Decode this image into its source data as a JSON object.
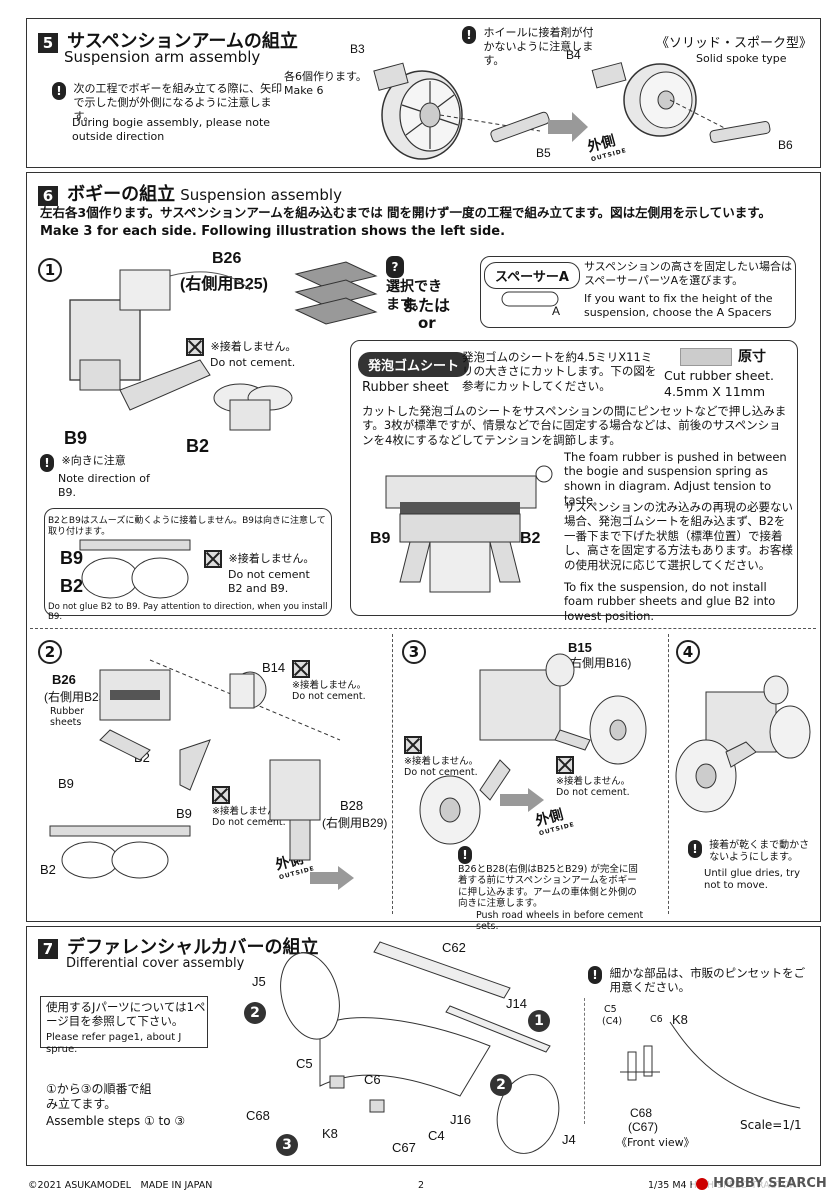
{
  "step5": {
    "num": "5",
    "title_jp": "サスペンションアームの組立",
    "title_en": "Suspension arm assembly",
    "note_jp": "次の工程でボギーを組み立てる際に、矢印で示した側が外側になるように注意します。",
    "note_en": "During bogie assembly, please note outside direction",
    "make_jp": "各6個作ります。",
    "make_en": "Make 6",
    "wheel_note_jp": "ホイールに接着剤が付かないように注意します。",
    "solid_spoke_jp": "《ソリッド・スポーク型》",
    "solid_spoke_en": "Solid spoke type",
    "parts": [
      "B3",
      "B4",
      "B5",
      "B6"
    ],
    "outside_jp": "外側",
    "outside_en": "OUTSIDE"
  },
  "step6": {
    "num": "6",
    "title_jp": "ボギーの組立",
    "title_en": "Suspension assembly",
    "intro_jp": "左右各3個作ります。サスペンションアームを組み込むまでは 間を開けず一度の工程で組み立てます。図は左側用を示しています。",
    "intro_en": "Make 3 for each side. Following illustration shows the left side.",
    "sub1": {
      "num": "1",
      "b26": "B26",
      "b26_right": "(右側用B25)",
      "no_cement_jp": "※接着しません。",
      "no_cement_en": "Do not cement.",
      "b9": "B9",
      "b2": "B2",
      "dir_note_jp": "※向きに注意",
      "dir_note_en": "Note direction of B9.",
      "choice_jp": "選択できます。",
      "or_jp": "または",
      "or_en": "or",
      "spacer_title": "スペーサーA",
      "spacer_note_jp": "サスペンションの高さを固定したい場合はスペーサーパーツAを選びます。",
      "spacer_note_en": "If you want to fix the height of the suspension, choose the A Spacers",
      "spacer_label": "A",
      "inset_jp": "B2とB9はスムーズに動くように接着しません。B9は向きに注意して取り付けます。",
      "inset_b9": "B9",
      "inset_b2": "B2",
      "inset_no_cement_jp": "※接着しません。",
      "inset_no_cement_en": "Do not cement B2 and B9.",
      "inset_en": "Do not glue B2 to B9. Pay attention to direction, when you install B9.",
      "rubber_title_jp": "発泡ゴムシート",
      "rubber_title_en": "Rubber sheet",
      "rubber_cut_jp": "発泡ゴムのシートを約4.5ミリX11ミリの大きさにカットします。下の図を参考にカットしてください。",
      "rubber_size_label_jp": "原寸",
      "rubber_cut_en": "Cut rubber sheet. 4.5mm X 11mm",
      "rubber_push_jp": "カットした発泡ゴムのシートをサスペンションの間にピンセットなどで押し込みます。3枚が標準ですが、情景などで台に固定する場合などは、前後のサスペンションを4枚にするなどしてテンションを調節します。",
      "rubber_push_en": "The foam rubber is pushed in between the bogie and suspension spring as shown in diagram. Adjust tension to taste",
      "fix_jp": "サスペンションの沈み込みの再現の必要ない場合、発泡ゴムシートを組み込まず、B2を一番下まで下げた状態（標準位置）で接着し、高さを固定する方法もあります。お客様の使用状況に応じて選択してください。",
      "fix_en": "To fix the suspension, do not install foam rubber sheets and glue B2 into lowest position.",
      "b9b": "B9",
      "b2b": "B2"
    },
    "sub2": {
      "num": "2",
      "b26": "B26",
      "b26_right": "(右側用B25)",
      "rubber": "Rubber sheets",
      "b14": "B14",
      "no_cement_jp": "※接着しません。",
      "no_cement_en": "Do not cement.",
      "b2": "B2",
      "b9": "B9",
      "b9b": "B9",
      "b2b": "B2",
      "no_cement2_jp": "※接着しません。",
      "no_cement2_en": "Do not cement.",
      "b28": "B28",
      "b28_right": "(右側用B29)",
      "outside_jp": "外側",
      "outside_en": "OUTSIDE"
    },
    "sub3": {
      "num": "3",
      "b15": "B15",
      "b15_right": "(右側用B16)",
      "no_cement_jp": "※接着しません。",
      "no_cement_en": "Do not cement.",
      "no_cement2_jp": "※接着しません。",
      "no_cement2_en": "Do not cement.",
      "outside_jp": "外側",
      "outside_en": "OUTSIDE",
      "note_jp": "B26とB28(右側はB25とB29) が完全に固着する前にサスペンションアームをボギーに押し込みます。アームの車体側と外側の向きに注意します。",
      "note_en": "Push road wheels in before cement sets."
    },
    "sub4": {
      "num": "4",
      "note_jp": "接着が乾くまで動かさないようにします。",
      "note_en": "Until glue dries, try not to move."
    }
  },
  "step7": {
    "num": "7",
    "title_jp": "デファレンシャルカバーの組立",
    "title_en": "Differential cover assembly",
    "jparts_jp": "使用するJパーツについては1ページ目を参照して下さい。",
    "jparts_en": "Please refer page1, about J sprue.",
    "order_jp": "①から③の順番で組み立てます。",
    "order_en": "Assemble steps ① to ③",
    "tweezers_jp": "細かな部品は、市販のピンセットをご用意ください。",
    "parts": [
      "C62",
      "J5",
      "J14",
      "C5",
      "C6",
      "C68",
      "K8",
      "C4",
      "C67",
      "J16",
      "J4"
    ],
    "inset_parts": [
      "C5",
      "(C4)",
      "C6",
      "K8",
      "C68",
      "(C67)"
    ],
    "front_view": "《Front view》",
    "scale": "Scale=1/1"
  },
  "footer": {
    "copyright": "©2021 ASUKAMODEL　MADE IN JAPAN",
    "page": "2",
    "model": "1/35 M4 HIGH SPEED TRACTOR",
    "watermark": "HOBBY SEARCH"
  }
}
